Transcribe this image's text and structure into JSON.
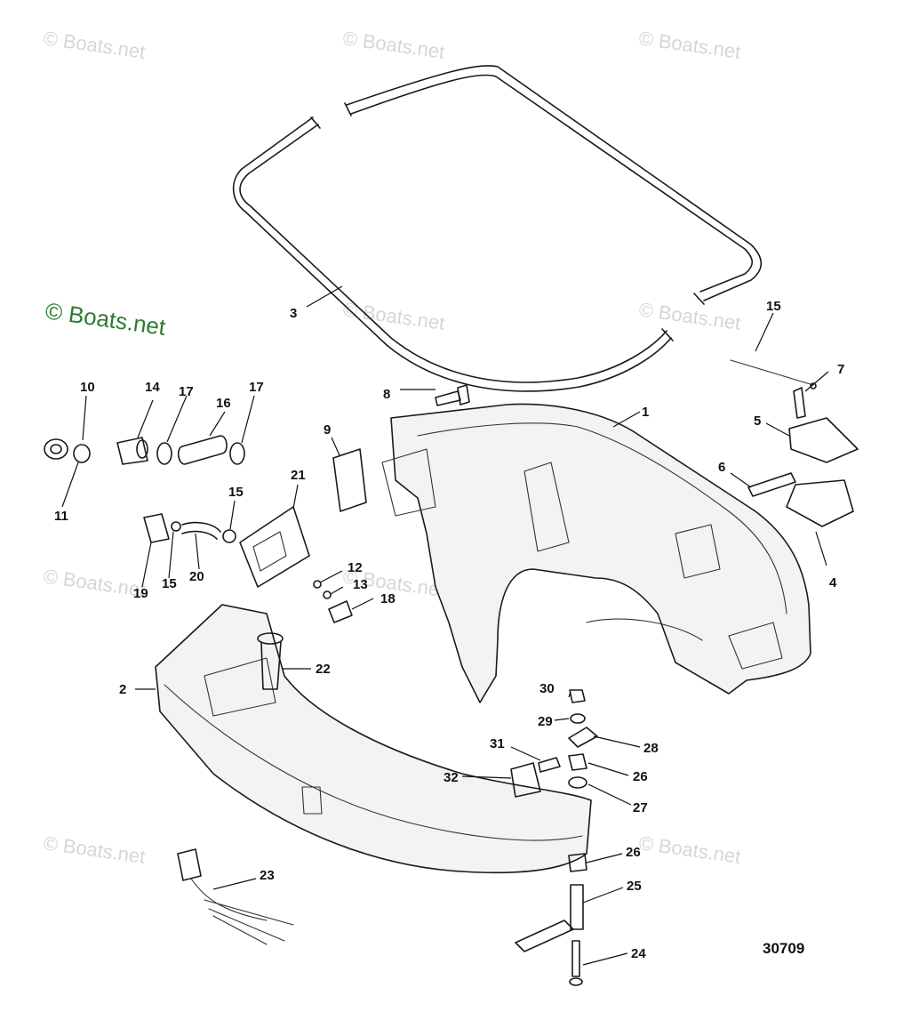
{
  "watermark": {
    "text": "© Boats.net",
    "accent_color": "#2f7a32",
    "faint_color": "#d6d6d6"
  },
  "drawing_number": "30709",
  "callouts": [
    "1",
    "2",
    "3",
    "4",
    "5",
    "6",
    "7",
    "8",
    "9",
    "10",
    "11",
    "12",
    "13",
    "14",
    "15",
    "15",
    "15",
    "16",
    "17",
    "17",
    "18",
    "19",
    "20",
    "21",
    "22",
    "23",
    "24",
    "25",
    "26",
    "26",
    "27",
    "28",
    "29",
    "30",
    "31",
    "32"
  ]
}
